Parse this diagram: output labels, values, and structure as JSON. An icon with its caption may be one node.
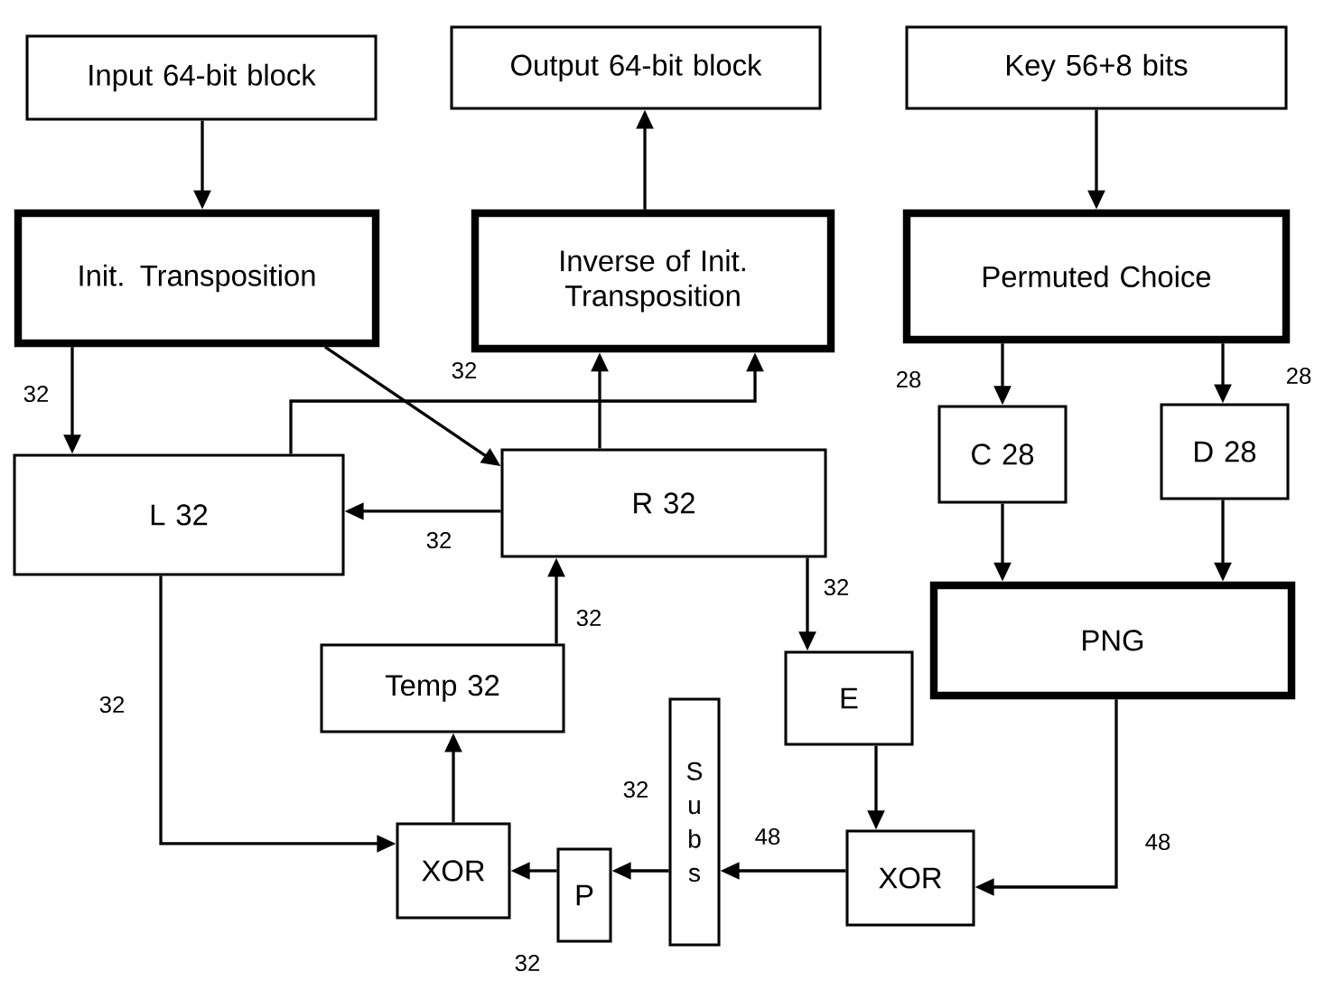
{
  "diagram": {
    "nodes": [
      {
        "text": [
          "Input 64-bit block"
        ]
      },
      {
        "text": [
          "Output 64-bit block"
        ]
      },
      {
        "text": [
          "Key 56+8 bits"
        ]
      },
      {
        "text": [
          "Init. Transposition"
        ]
      },
      {
        "text": [
          "Inverse of Init. Transposition"
        ]
      },
      {
        "text": [
          "Permuted Choice"
        ]
      },
      {
        "text": [
          "L   32"
        ]
      },
      {
        "text": [
          "R   32"
        ]
      },
      {
        "text": [
          "C  28"
        ]
      },
      {
        "text": [
          "D  28"
        ]
      },
      {
        "text": [
          "PNG"
        ]
      },
      {
        "text": [
          "Temp   32"
        ]
      },
      {
        "text": [
          "E"
        ]
      },
      {
        "text": [
          "Subs"
        ]
      },
      {
        "text": [
          "P"
        ]
      },
      {
        "text": [
          "XOR"
        ]
      },
      {
        "text": [
          "XOR"
        ]
      }
    ],
    "edges": [
      {
        "from": 0,
        "to": 3,
        "arrow": "to"
      },
      {
        "from": 4,
        "to": 1,
        "arrow": "to"
      },
      {
        "from": 2,
        "to": 5,
        "arrow": "to"
      },
      {
        "from": 3,
        "to": 6,
        "arrow": "to",
        "label": "32"
      },
      {
        "from": 3,
        "to": 7,
        "arrow": "to",
        "label": "32"
      },
      {
        "from": 7,
        "to": 4,
        "arrow": "to"
      },
      {
        "from": 6,
        "to": 4,
        "arrow": "to"
      },
      {
        "from": 7,
        "to": 6,
        "arrow": "to",
        "label": "32"
      },
      {
        "from": 7,
        "to": 12,
        "arrow": "to",
        "label": "32"
      },
      {
        "from": 11,
        "to": 7,
        "arrow": "to",
        "label": "32"
      },
      {
        "from": 6,
        "to": 15,
        "arrow": "to",
        "label": "32"
      },
      {
        "from": 15,
        "to": 11,
        "arrow": "to"
      },
      {
        "from": 14,
        "to": 15,
        "arrow": "to"
      },
      {
        "from": 13,
        "to": 14,
        "arrow": "to",
        "label": "32"
      },
      {
        "from": 16,
        "to": 13,
        "arrow": "to",
        "label": "48"
      },
      {
        "from": 12,
        "to": 16,
        "arrow": "to"
      },
      {
        "from": 10,
        "to": 16,
        "arrow": "to",
        "label": "48"
      },
      {
        "from": 5,
        "to": 8,
        "arrow": "to",
        "label": "28"
      },
      {
        "from": 5,
        "to": 9,
        "arrow": "to",
        "label": "28"
      },
      {
        "from": 8,
        "to": 10,
        "arrow": "to"
      },
      {
        "from": 9,
        "to": 10,
        "arrow": "to"
      }
    ],
    "labels": [
      "32"
    ]
  }
}
